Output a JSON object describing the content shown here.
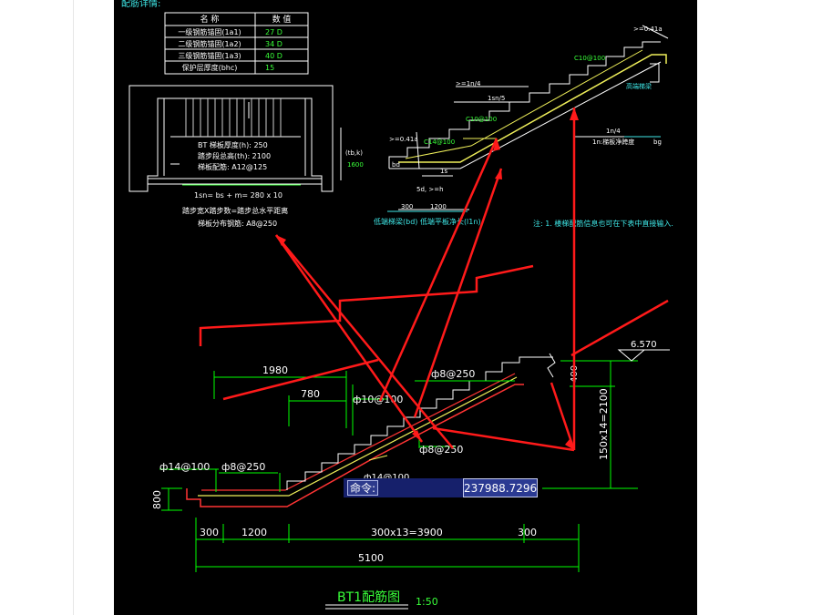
{
  "top_clip": "配筋详情:",
  "table": {
    "col_name": "名 称",
    "col_value": "数 值",
    "rows": [
      {
        "name": "一级钢筋锚固(1a1)",
        "value": "27 D"
      },
      {
        "name": "二级钢筋锚固(1a2)",
        "value": "34 D"
      },
      {
        "name": "三级钢筋锚固(1a3)",
        "value": "40 D"
      },
      {
        "name": "保护层厚度(bhc)",
        "value": "15"
      }
    ]
  },
  "plan": {
    "note1": "BT 梯板厚度(h): 250",
    "note2": "踏步段总高(th): 2100",
    "note3": "梯板配筋: A12@125",
    "bottom_dim": "1sn= bs + m= 280 x 10",
    "side_label": "(tb,k)",
    "side_value": "1600",
    "caption1": "踏步宽X踏步数=踏步总水平距离",
    "caption2": "梯板分布钢筋: A8@250"
  },
  "detail": {
    "ge041a_top": ">=0.41a",
    "ge041a_left": ">=0.41a",
    "ln4_top": ">=1n/4",
    "ln5": "1sn/5",
    "c10_top": "C10@100",
    "c10_mid": "C10@100",
    "c14": "C14@100",
    "gedim": "5d, >=h",
    "ls": "1s",
    "ln4_right": "1n/4",
    "ln_label": "1n:梯板净跨度",
    "bg": "bg",
    "high_end": "高端梯梁",
    "bd": "bd",
    "dim300": "300",
    "dim1200": "1200",
    "low_beam": "低端梯梁(bd) 低端平板净长(l1n)",
    "note": "注: 1. 楼梯配筋信息也可在下表中直接输入."
  },
  "section": {
    "elev": "6.570",
    "d1980": "1980",
    "d780": "780",
    "d400": "400",
    "h_total": "150x14=2100",
    "phi8_top": "ф8@250",
    "phi10": "ф10@100",
    "phi8_mid": "ф8@250",
    "phi14": "ф14@100",
    "phi8_left": "ф8@250",
    "phi14_low": "ф14@100",
    "d800": "800",
    "b300l": "300",
    "b1200": "1200",
    "b3900": "300x13=3900",
    "b300r": "300",
    "b5100": "5100",
    "title": "BT1配筋图",
    "scale": "1:50"
  },
  "command": {
    "label": "命令:",
    "value": "237988.7296"
  },
  "colors": {
    "background": "#000000",
    "cad_white": "#ffffff",
    "dimension": "#00ff00",
    "text_green": "#39ff39",
    "text_cyan": "#3fe8e8",
    "rebar_yellow": "#f0f05a",
    "concrete": "#ff3434",
    "annotation_arrow": "#ff1a1a",
    "cmd_bar": "#16206b"
  }
}
